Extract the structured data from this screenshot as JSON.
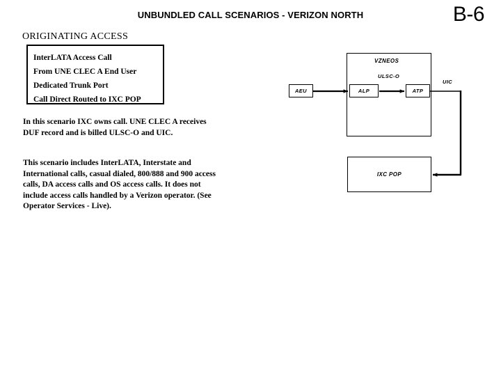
{
  "header": {
    "title": "UNBUNDLED CALL SCENARIOS - VERIZON NORTH",
    "page_id": "B-6"
  },
  "left_panel": {
    "section_heading": "ORIGINATING ACCESS",
    "scenario_box": {
      "lines": [
        "InterLATA Access Call",
        "From UNE CLEC A End User",
        "Dedicated Trunk Port",
        "Call Direct Routed to IXC POP"
      ]
    },
    "notes": [
      "In this scenario IXC owns call.  UNE CLEC A receives DUF record and is billed ULSC-O and UIC.",
      "This scenario includes InterLATA, Interstate and International calls, casual dialed, 800/888 and 900 access calls, DA access calls and OS access calls.  It does not include access calls handled by a Verizon operator. (See Operator Services - Live)."
    ]
  },
  "diagram": {
    "network_label": "VZNEOS",
    "charge_label_ulsco": "ULSC-O",
    "charge_label_uic": "UIC",
    "nodes": {
      "aeu": "AEU",
      "alp": "ALP",
      "atp": "ATP",
      "ixc_pop": "IXC POP"
    }
  },
  "colors": {
    "background": "#ffffff",
    "foreground": "#000000"
  }
}
